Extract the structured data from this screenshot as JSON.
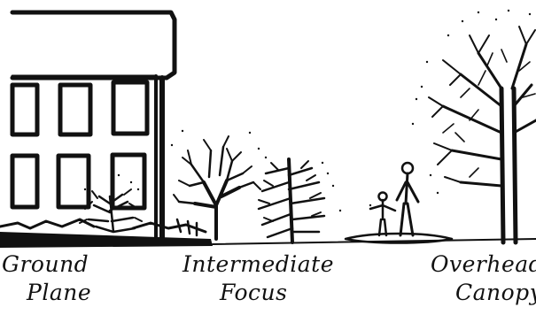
{
  "labels": {
    "ground_line1": "Ground",
    "ground_line2": "Plane",
    "intermediate_line1": "Intermediate",
    "intermediate_line2": "Focus",
    "overhead_line1": "Overhead",
    "overhead_line2": "Canopy"
  },
  "colors": {
    "ink": "#111111",
    "paper": "#ffffff"
  }
}
